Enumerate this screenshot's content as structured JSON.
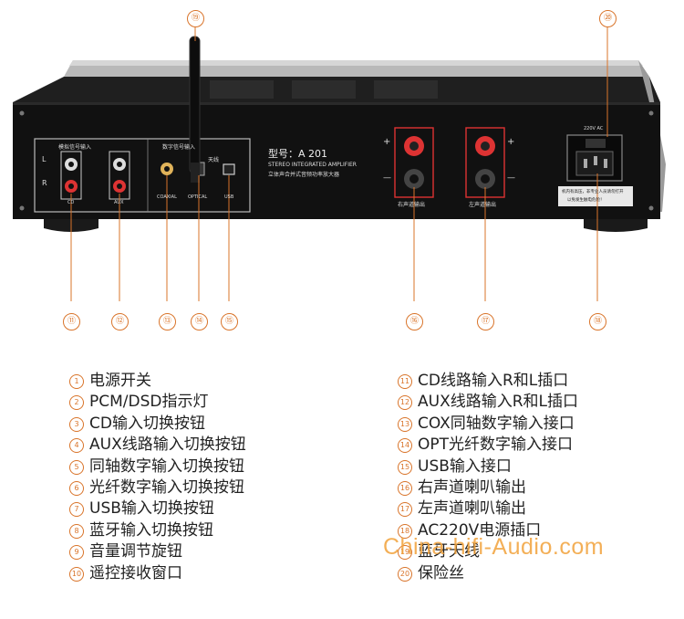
{
  "panel": {
    "model_label": "型号：A 201",
    "model_sub1": "STEREO INTEGRATED AMPLIFIER",
    "model_sub2": "立体声合并式音频功率放大器",
    "analog_input_label": "模拟信号输入",
    "digital_input_label": "数字信号输入",
    "antenna_label": "天线",
    "cd_label": "CD",
    "aux_label": "AUX",
    "coaxial_label": "COAXIAL",
    "optical_label": "OPTICAL",
    "usb_label": "USB",
    "right_out_label": "右声道输出",
    "left_out_label": "左声道输出",
    "power_label": "220V AC",
    "warning_line1": "机内有高压，非专业人员请勿打开",
    "warning_line2": "以免发生触电危险！",
    "L_mark": "L",
    "R_mark": "R",
    "plus": "+",
    "minus": "—"
  },
  "callouts": [
    "⑪",
    "⑫",
    "⑬",
    "⑭",
    "⑮",
    "⑯",
    "⑰",
    "⑱",
    "⑲",
    "⑳"
  ],
  "legend_left": [
    {
      "num": "①",
      "text": "电源开关"
    },
    {
      "num": "②",
      "text": "PCM/DSD指示灯"
    },
    {
      "num": "③",
      "text": "CD输入切换按钮"
    },
    {
      "num": "④",
      "text": "AUX线路输入切换按钮"
    },
    {
      "num": "⑤",
      "text": "同轴数字输入切换按钮"
    },
    {
      "num": "⑥",
      "text": "光纤数字输入切换按钮"
    },
    {
      "num": "⑦",
      "text": "USB输入切换按钮"
    },
    {
      "num": "⑧",
      "text": "蓝牙输入切换按钮"
    },
    {
      "num": "⑨",
      "text": "音量调节旋钮"
    },
    {
      "num": "⑩",
      "text": "遥控接收窗口"
    }
  ],
  "legend_right": [
    {
      "num": "⑪",
      "text": "CD线路输入R和L插口"
    },
    {
      "num": "⑫",
      "text": "AUX线路输入R和L插口"
    },
    {
      "num": "⑬",
      "text": "COX同轴数字输入接口"
    },
    {
      "num": "⑭",
      "text": "OPT光纤数字输入接口"
    },
    {
      "num": "⑮",
      "text": "USB输入接口"
    },
    {
      "num": "⑯",
      "text": "右声道喇叭输出"
    },
    {
      "num": "⑰",
      "text": "左声道喇叭输出"
    },
    {
      "num": "⑱",
      "text": "AC220V电源插口"
    },
    {
      "num": "⑲",
      "text": "蓝牙天线"
    },
    {
      "num": "⑳",
      "text": "保险丝"
    }
  ],
  "watermark": "China-hifi-Audio.com",
  "colors": {
    "callout": "#d9742a",
    "chassis": "#121212",
    "watermark": "#f2a23a"
  }
}
